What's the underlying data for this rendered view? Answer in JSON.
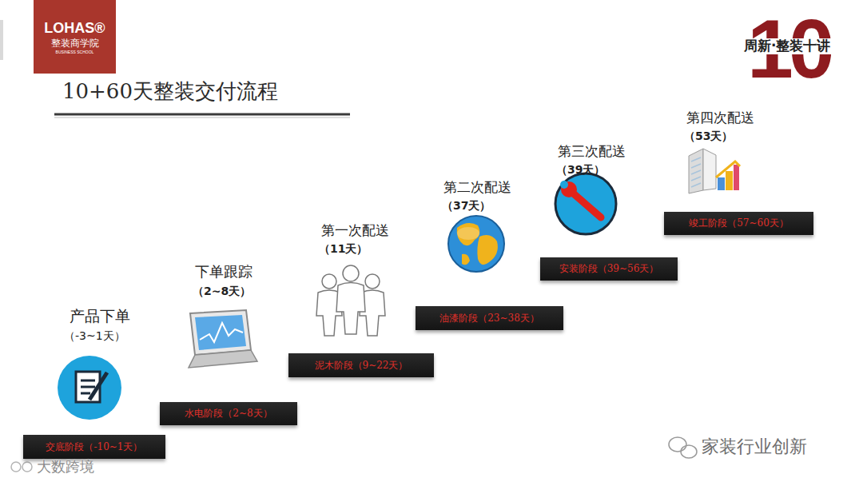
{
  "diagram": {
    "title": "10+60天整装交付流程",
    "nodes": [
      {
        "text": [
          "LOHAS®",
          "整装商学院",
          "BUSINESS SCHOOL"
        ]
      },
      {
        "text": [
          "交底阶段（-10~1天）"
        ]
      },
      {
        "text": [
          "水电阶段（2~8天）"
        ]
      },
      {
        "text": [
          "泥木阶段（9~22天）"
        ]
      },
      {
        "text": [
          "油漆阶段（23~38天）"
        ]
      },
      {
        "text": [
          "安装阶段（39~56天）"
        ]
      },
      {
        "text": [
          "竣工阶段（57~60天）"
        ]
      }
    ],
    "labels": [
      "10",
      "周新·整装十讲",
      "产品下单",
      "（-3~1天）",
      "下单跟踪",
      "（2~8天）",
      "第一次配送",
      "（11天）",
      "第二次配送",
      "（37天）",
      "第三次配送",
      "（39天）",
      "第四次配送",
      "（53天）",
      "家装行业创新",
      "大数跨境"
    ]
  }
}
